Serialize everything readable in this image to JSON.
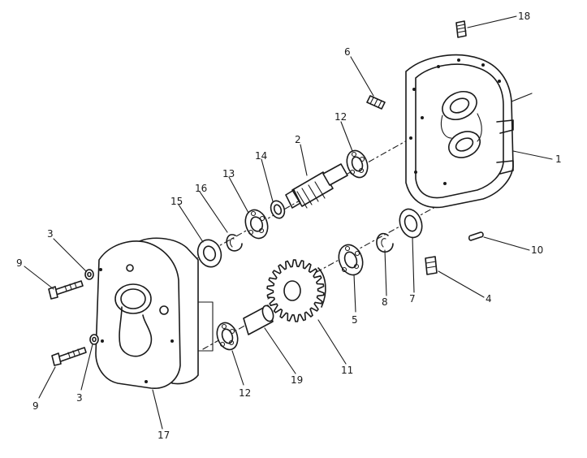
{
  "diagram": {
    "callouts": [
      {
        "id": "c1",
        "text": "1"
      },
      {
        "id": "c2",
        "text": "2"
      },
      {
        "id": "c3a",
        "text": "3"
      },
      {
        "id": "c3b",
        "text": "3"
      },
      {
        "id": "c4",
        "text": "4"
      },
      {
        "id": "c5",
        "text": "5"
      },
      {
        "id": "c6",
        "text": "6"
      },
      {
        "id": "c7",
        "text": "7"
      },
      {
        "id": "c8",
        "text": "8"
      },
      {
        "id": "c9a",
        "text": "9"
      },
      {
        "id": "c9b",
        "text": "9"
      },
      {
        "id": "c10",
        "text": "10"
      },
      {
        "id": "c11",
        "text": "11"
      },
      {
        "id": "c12a",
        "text": "12"
      },
      {
        "id": "c12b",
        "text": "12"
      },
      {
        "id": "c13",
        "text": "13"
      },
      {
        "id": "c14",
        "text": "14"
      },
      {
        "id": "c15",
        "text": "15"
      },
      {
        "id": "c16",
        "text": "16"
      },
      {
        "id": "c17",
        "text": "17"
      },
      {
        "id": "c18",
        "text": "18"
      },
      {
        "id": "c19",
        "text": "19"
      }
    ]
  }
}
